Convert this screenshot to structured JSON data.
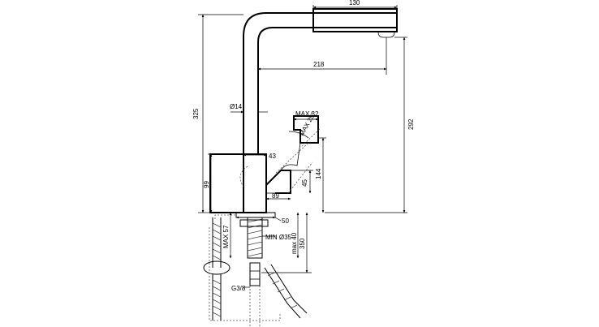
{
  "dimensions": {
    "d130": "130",
    "d218": "218",
    "d325": "325",
    "d292": "292",
    "d14": "Ø14",
    "max32": "MAX 32",
    "max25": "MAX 25°",
    "d43": "43",
    "d45": "45",
    "d144": "144",
    "d99": "99",
    "d89": "89",
    "d50": "50",
    "max57": "MAX 57",
    "min35": "MIN Ø35",
    "max40": "max 40",
    "d350": "350",
    "g38": "G3/8"
  }
}
